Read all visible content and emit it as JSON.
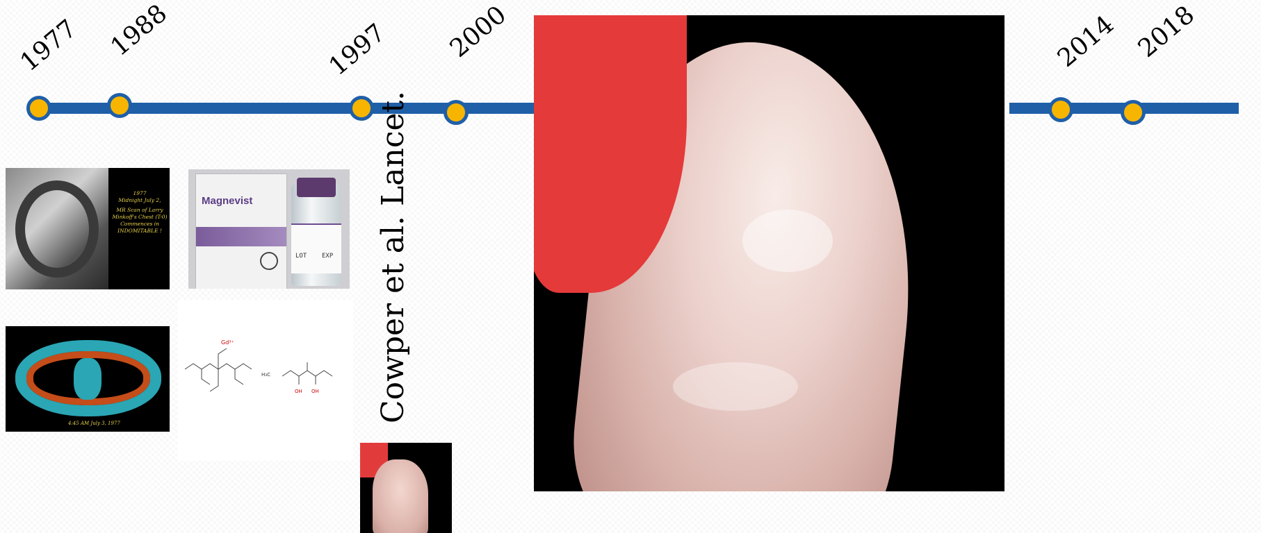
{
  "timeline": {
    "years": [
      "1977",
      "1988",
      "1997",
      "2000",
      "2014",
      "2018"
    ],
    "colors": {
      "line": "#1f5fa8",
      "node": "#f7b500"
    }
  },
  "citation": "Cowper et al. Lancet.",
  "mri_photo": {
    "caption_year": "1977",
    "caption_line1": "Midnight July 2,",
    "caption_line2": "MR Scan of Larry Minkoff's Chest (T-0)",
    "caption_line3": "Commences in INDOMITABLE !"
  },
  "drug_photo": {
    "brand": "Magnevist",
    "vial_lot": "LOT",
    "vial_exp": "EXP"
  },
  "map_photo": {
    "timestamp": "4:45 AM    July 3, 1977"
  },
  "chem": {
    "molecule1": "HOOC–N–N–N–COOH  Gd³⁺",
    "molecule2": "H₃C–NH–OH–OH–OH"
  }
}
